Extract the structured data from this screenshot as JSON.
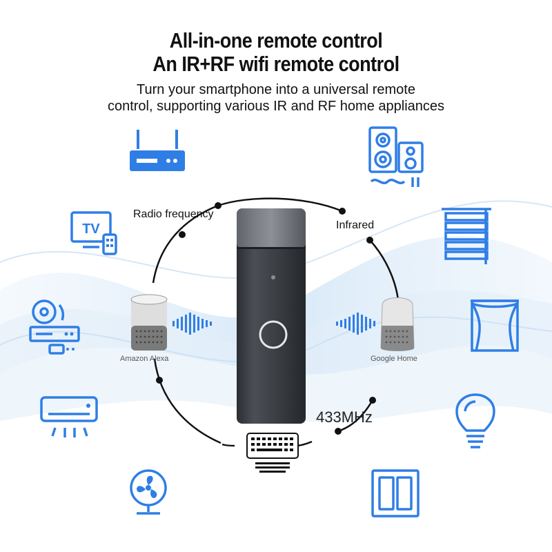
{
  "header": {
    "title_line1": "All-in-one remote control",
    "title_line2": "An IR+RF wifi remote control",
    "subtitle_line1": "Turn your smartphone into a universal remote",
    "subtitle_line2": "control, supporting various IR and RF home appliances"
  },
  "labels": {
    "radio_frequency": "Radio frequency",
    "infrared": "Infrared",
    "amazon_alexa": "Amazon Alexa",
    "google_home": "Google Home",
    "frequency": "433MHz",
    "tv": "TV"
  },
  "colors": {
    "accent_blue": "#2f7ee6",
    "device_dark": "#3a3d42"
  }
}
